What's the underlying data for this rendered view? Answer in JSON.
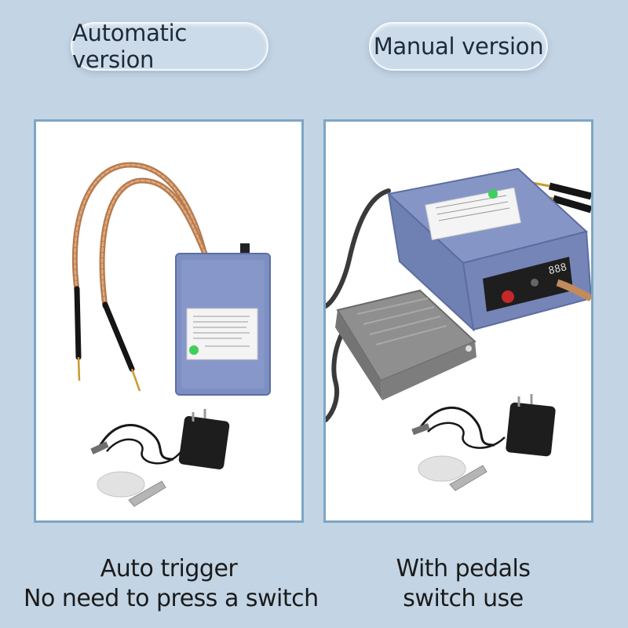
{
  "versions": {
    "automatic": {
      "label": "Automatic version",
      "caption_line1": "Auto trigger",
      "caption_line2": "No need to press a switch"
    },
    "manual": {
      "label": "Manual version",
      "caption_line1": "With pedals",
      "caption_line2": "switch use",
      "display_readout": "888"
    }
  },
  "colors": {
    "background": "#c3d4e4",
    "panel_border": "#7da6c4",
    "device_blue": "#7d8fc2",
    "copper": "#c48a5c"
  }
}
